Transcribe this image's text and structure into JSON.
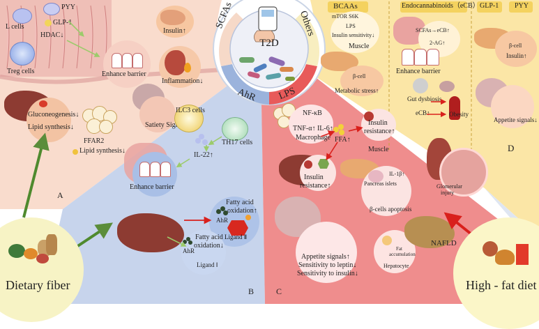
{
  "center": {
    "label": "T2D",
    "ring": {
      "scfas": "SCFAs",
      "others": "Others",
      "ahr": "AhR",
      "lps": "LPS"
    }
  },
  "panelA": {
    "letter": "A",
    "lcells": "L cells",
    "pyy": "PYY",
    "glp1": "GLP-1",
    "hdac": "HDAC↓",
    "treg": "Treg cells",
    "enhance_barrier": "Enhance barrier",
    "insulin": "Insulin↑",
    "inflammation": "Inflammation↓",
    "gluconeogenesis": "Gluconeogenesis↓",
    "lipid_synthesis": "Lipid synthesis↓",
    "ffar2": "FFAR2",
    "ffar2_lipid": "Lipid synthesis↓",
    "satiety": "Satiety Signals↑"
  },
  "panelB": {
    "letter": "B",
    "ilc3": "ILC3 cells",
    "th17": "TH17 cells",
    "il22": "IL-22↑",
    "enhance_barrier": "Enhance barrier",
    "fatty_acid_top": [
      "Fatty acid",
      "oxidation↑"
    ],
    "ahr_top": "AhR",
    "ligand2": "Ligand Ⅱ",
    "fatty_acid_bottom": [
      "Fatty acid",
      "oxidation↓"
    ],
    "ahr_bottom": "AhR",
    "ligand1": "Ligand Ⅰ"
  },
  "panelC": {
    "letter": "C",
    "nfkb": "NF-κB",
    "tnf": "TNF-α↑ IL-6↑",
    "macrophage": "Macrophage",
    "ffa": "FFA↑",
    "insulin_res_muscle": [
      "Insulin",
      "resistance↑"
    ],
    "muscle": "Muscle",
    "insulin_res_liver": [
      "Insulin",
      "resistance↑"
    ],
    "pancreas_islets": "Pancreas islets",
    "il1b": "IL-1β↑",
    "bcell_apoptosis": "β-cells apoptosis",
    "glomerular": [
      "Glomerular",
      "injury"
    ],
    "fat_accumulation": [
      "Fat",
      "accumulation"
    ],
    "nafld": "NAFLD",
    "hepatocyte": "Hepatocyte",
    "appetite": [
      "Appetite signals↑",
      "Sensitivity to leptin↓",
      "Sensitivity to insulin↓"
    ]
  },
  "panelD": {
    "letter": "D",
    "bcaas": "BCAAs",
    "mtor": "mTOR S6K",
    "lps": "LPS",
    "insulin_sens": "Insulin sensitivity↓",
    "muscle": "Muscle",
    "bcell": "β-cell",
    "metabolic_stress": "Metabolic stress↑",
    "ecb_header": "Endocannabinoids（eCB）",
    "scfas_ecb": "SCFAs→eCB↑",
    "two_ag": "2-AG↑",
    "enhance_barrier": "Enhance barrier",
    "gut_dysbiosis": "Gut dysbiosis",
    "ecb_up": "eCB↑",
    "obesity": "Obesity",
    "glp1": "GLP-1",
    "pyy": "PYY",
    "bcell_right": "β-cell",
    "insulin_right": "Insulin↑",
    "appetite_signals": "Appetite signals↓"
  },
  "dietary_fiber": "Dietary fiber",
  "high_fat_diet": "High - fat diet",
  "colors": {
    "panelA_bg": "#f9dccd",
    "panelB_bg": "#c7d4ec",
    "panelC_bg": "#ef8d8d",
    "panelD_bg": "#fbe6a6",
    "fiber_bg": "#f7f3c5",
    "hfd_bg": "#fbf6c8",
    "arrow_green": "#5b8d3a",
    "arrow_red": "#d9201c"
  }
}
